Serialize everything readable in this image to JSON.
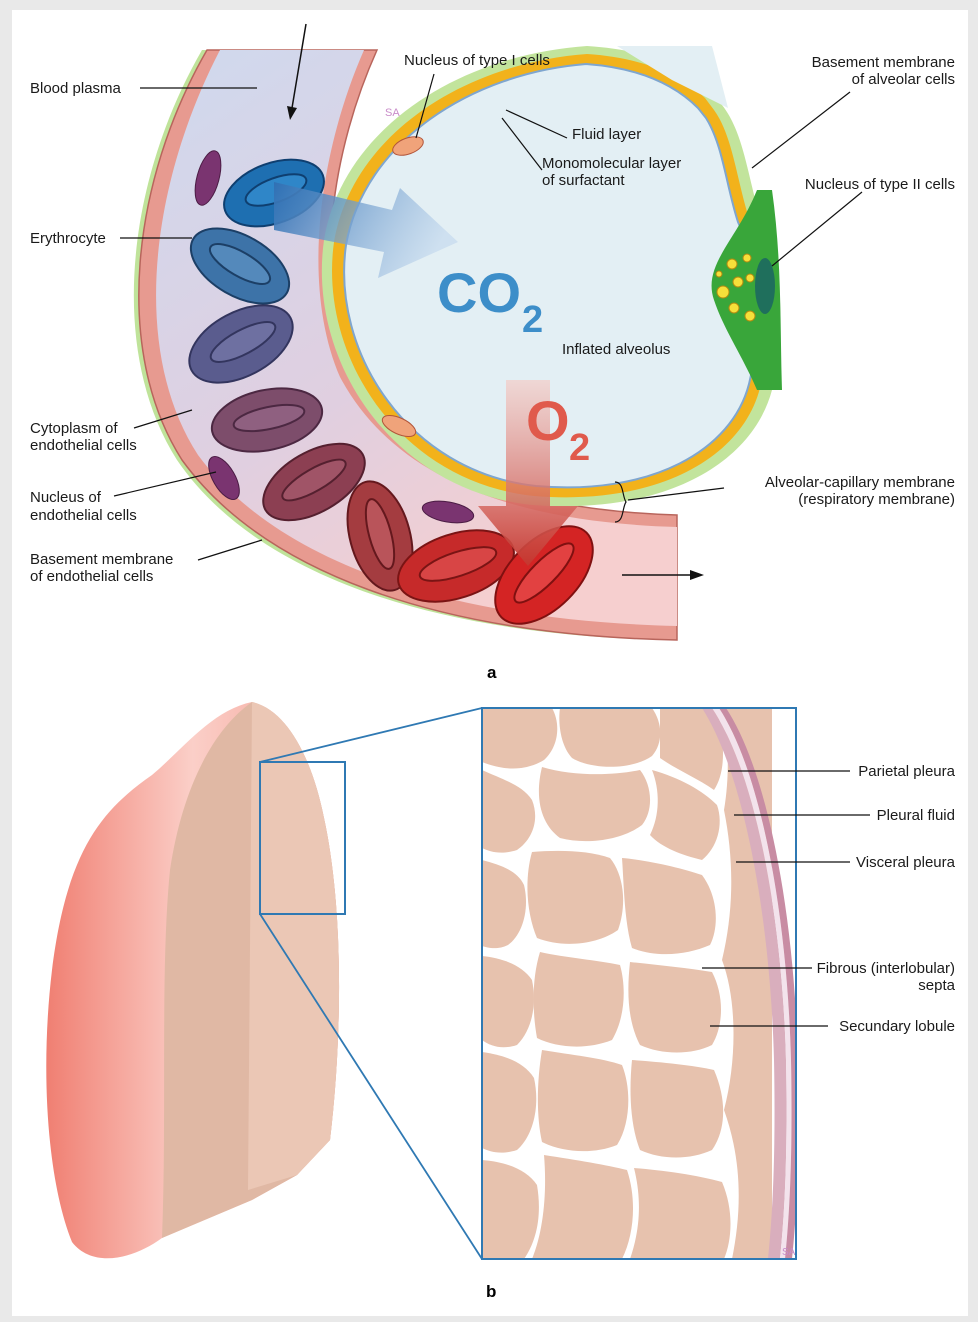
{
  "panel_a": {
    "letter": "a",
    "gas_co2": {
      "main": "CO",
      "sub": "2"
    },
    "gas_o2": {
      "main": "O",
      "sub": "2"
    },
    "labels": {
      "blood_plasma": "Blood plasma",
      "nucleus_type1": "Nucleus of type I cells",
      "fluid_layer": "Fluid layer",
      "surfactant_1": "Monomolecular layer",
      "surfactant_2": "of surfactant",
      "basement_alv_1": "Basement membrane",
      "basement_alv_2": "of alveolar cells",
      "nucleus_type2": "Nucleus of type II cells",
      "erythrocyte": "Erythrocyte",
      "inflated_alveolus": "Inflated alveolus",
      "cytoplasm_1": "Cytoplasm of",
      "cytoplasm_2": "endothelial cells",
      "nucleus_endo_1": "Nucleus of",
      "nucleus_endo_2": "endothelial cells",
      "basement_endo_1": "Basement membrane",
      "basement_endo_2": "of endothelial cells",
      "resp_membrane_1": "Alveolar-capillary membrane",
      "resp_membrane_2": "(respiratory membrane)"
    }
  },
  "panel_b": {
    "letter": "b",
    "labels": {
      "parietal": "Parietal pleura",
      "pleural_fluid": "Pleural fluid",
      "visceral": "Visceral pleura",
      "septa_1": "Fibrous (interlobular)",
      "septa_2": "septa",
      "lobule": "Secundary lobule"
    }
  },
  "colors": {
    "capillary_wall": "#e79a90",
    "plasma": "#cfd9ec",
    "alveolus": "#e3eff4",
    "membrane_green": "#b9e08f",
    "membrane_yellow": "#f2b21b",
    "type2_cell": "#39a63a",
    "co2_text": "#3d8ec9",
    "o2_text": "#e05a4c",
    "lung_red": "#f08f82",
    "lobule_fill": "#e7c2ae",
    "zoom_box": "#2f79b3"
  }
}
